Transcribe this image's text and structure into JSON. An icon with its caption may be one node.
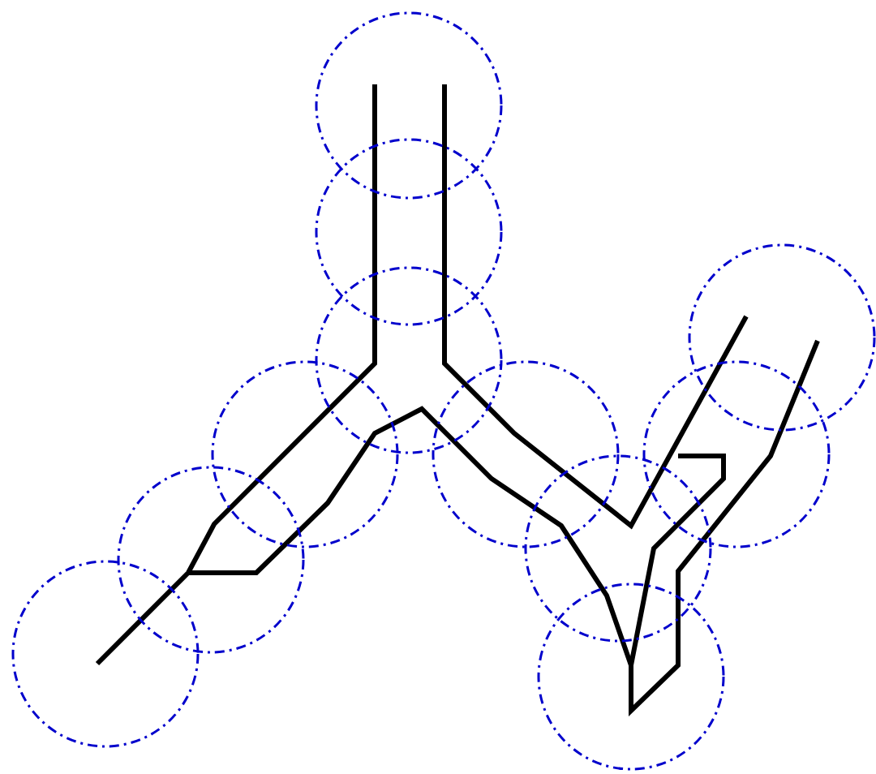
{
  "diagram": {
    "nodes": [
      {
        "text": [],
        "shape": "circle"
      },
      {
        "text": [],
        "shape": "circle"
      },
      {
        "text": [],
        "shape": "circle"
      },
      {
        "text": [],
        "shape": "circle"
      },
      {
        "text": [],
        "shape": "circle"
      },
      {
        "text": [],
        "shape": "circle"
      },
      {
        "text": [],
        "shape": "circle"
      },
      {
        "text": [],
        "shape": "circle"
      },
      {
        "text": [],
        "shape": "circle"
      },
      {
        "text": [],
        "shape": "circle"
      },
      {
        "text": [],
        "shape": "circle"
      }
    ]
  }
}
